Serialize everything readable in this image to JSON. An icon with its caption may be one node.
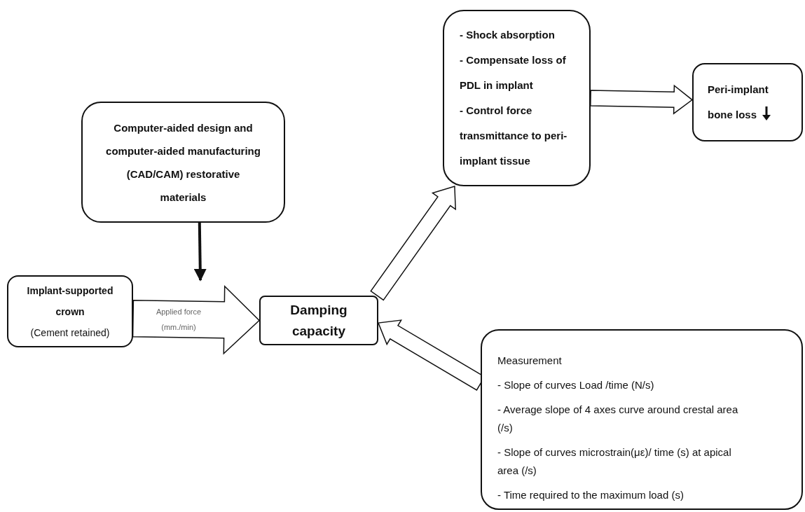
{
  "diagram": {
    "nodes": [
      {
        "text": [
          "Computer-aided design and computer-aided manufacturing (CAD/CAM) restorative materials"
        ]
      },
      {
        "text": [
          "Implant-supported crown",
          "(Cement retained)"
        ]
      },
      {
        "text": [
          "Damping capacity"
        ]
      },
      {
        "text": [
          "- Shock absorption",
          "- Compensate loss of PDL in implant",
          "- Control force transmittance to peri-implant tissue"
        ]
      },
      {
        "text": [
          "Peri-implant bone loss"
        ]
      },
      {
        "text": [
          "Measurement",
          "- Slope of curves Load /time (N/s)",
          "- Average slope of 4 axes curve around crestal area (/s)",
          "- Slope of curves microstrain(με)/ time (s) at apical area (/s)",
          "- Time required to the maximum load (s)"
        ]
      }
    ],
    "edges": [
      {
        "from": 0,
        "to": null,
        "arrow": "to"
      },
      {
        "from": 1,
        "to": 2,
        "arrow": "to",
        "label": "Applied force (mm./min)"
      },
      {
        "from": 2,
        "to": 3,
        "arrow": "to"
      },
      {
        "from": 3,
        "to": 4,
        "arrow": "to"
      },
      {
        "from": 5,
        "to": 2,
        "arrow": "to"
      }
    ]
  }
}
